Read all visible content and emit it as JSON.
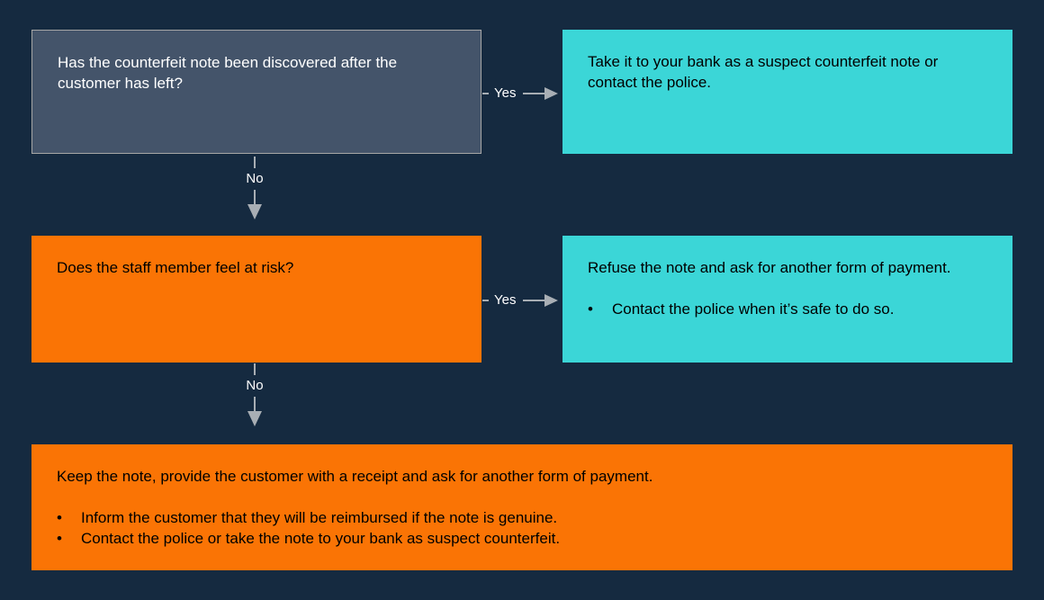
{
  "bullet_char": "•",
  "colors": {
    "bg": "#152A40",
    "slate": "#44546A",
    "slateBorder": "#A6A6A6",
    "teal": "#3BD6D7",
    "orange": "#FA7405",
    "arrow": "#A8AEB4",
    "textLight": "#FFFFFF",
    "textDark": "#000000"
  },
  "boxes": {
    "q1": {
      "text": "Has the counterfeit note been discovered after the customer has left?"
    },
    "a1": {
      "text": "Take it to your bank as a suspect counterfeit note or contact the police."
    },
    "q2": {
      "text": "Does the staff member feel at risk?"
    },
    "a2": {
      "intro": "Refuse the note and ask for another form of payment.",
      "bullets": [
        "Contact the police when it’s safe to do so."
      ]
    },
    "a3": {
      "intro": "Keep the note, provide the customer with a receipt and ask for another form of payment.",
      "bullets": [
        "Inform the customer that they will be reimbursed if the note is genuine.",
        "Contact the police or take the note to your bank as suspect counterfeit."
      ]
    }
  },
  "connectors": {
    "yes1": {
      "label": "Yes"
    },
    "no1": {
      "label": "No"
    },
    "yes2": {
      "label": "Yes"
    },
    "no2": {
      "label": "No"
    }
  }
}
